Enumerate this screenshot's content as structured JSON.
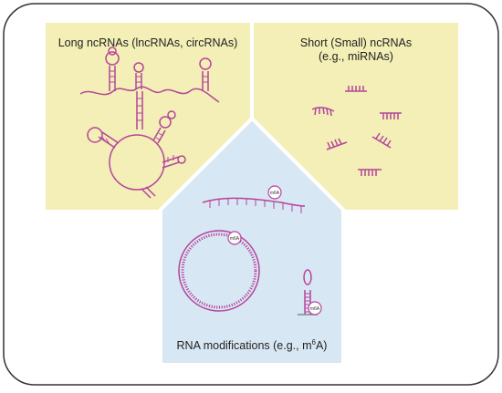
{
  "panels": {
    "long": {
      "title": "Long ncRNAs (lncRNAs, circRNAs)",
      "color": "#f3efb6"
    },
    "short": {
      "title": "Short (Small) ncRNAs",
      "subtitle": "(e.g., miRNAs)",
      "color": "#f3efb6"
    },
    "modifications": {
      "title_prefix": "RNA modifications (e.g., m",
      "title_sup": "6",
      "title_suffix": "A)",
      "color": "#d8e7f4"
    }
  },
  "mark": {
    "text": "m6A",
    "base": "m",
    "sup": "6",
    "suffix": "A"
  },
  "colors": {
    "rna": "#b5459b",
    "frame": "#333333"
  }
}
